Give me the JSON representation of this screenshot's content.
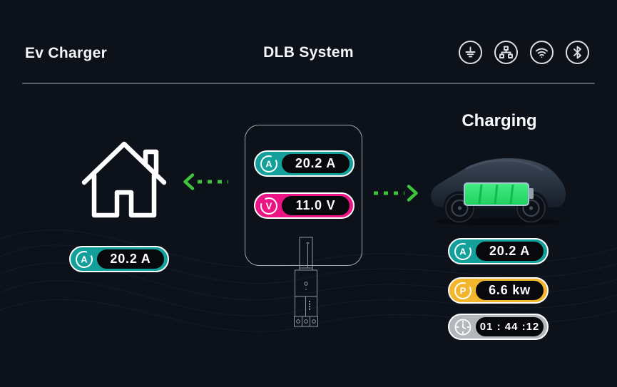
{
  "header": {
    "left_title": "Ev Charger",
    "center_title": "DLB System",
    "status_icons": [
      {
        "name": "ground"
      },
      {
        "name": "ethernet"
      },
      {
        "name": "wifi"
      },
      {
        "name": "bluetooth"
      }
    ]
  },
  "house": {
    "current_badge": {
      "symbol": "A",
      "value": "20.2 A"
    }
  },
  "dlb_panel": {
    "current_badge": {
      "symbol": "A",
      "value": "20.2 A"
    },
    "voltage_badge": {
      "symbol": "V",
      "value": "11.0 V"
    }
  },
  "ev": {
    "title": "Charging",
    "current_badge": {
      "symbol": "A",
      "value": "20.2 A"
    },
    "power_badge": {
      "symbol": "P",
      "value": "6.6 kw"
    },
    "time_badge": {
      "value": "01 : 44 :12"
    }
  },
  "colors": {
    "background": "#0d1119",
    "teal": "#13a09a",
    "magenta": "#ec1484",
    "amber": "#f2b52c",
    "silver": "#b3b6bb",
    "arrow_green": "#3ec33c",
    "battery_green": "#2ee06c"
  }
}
